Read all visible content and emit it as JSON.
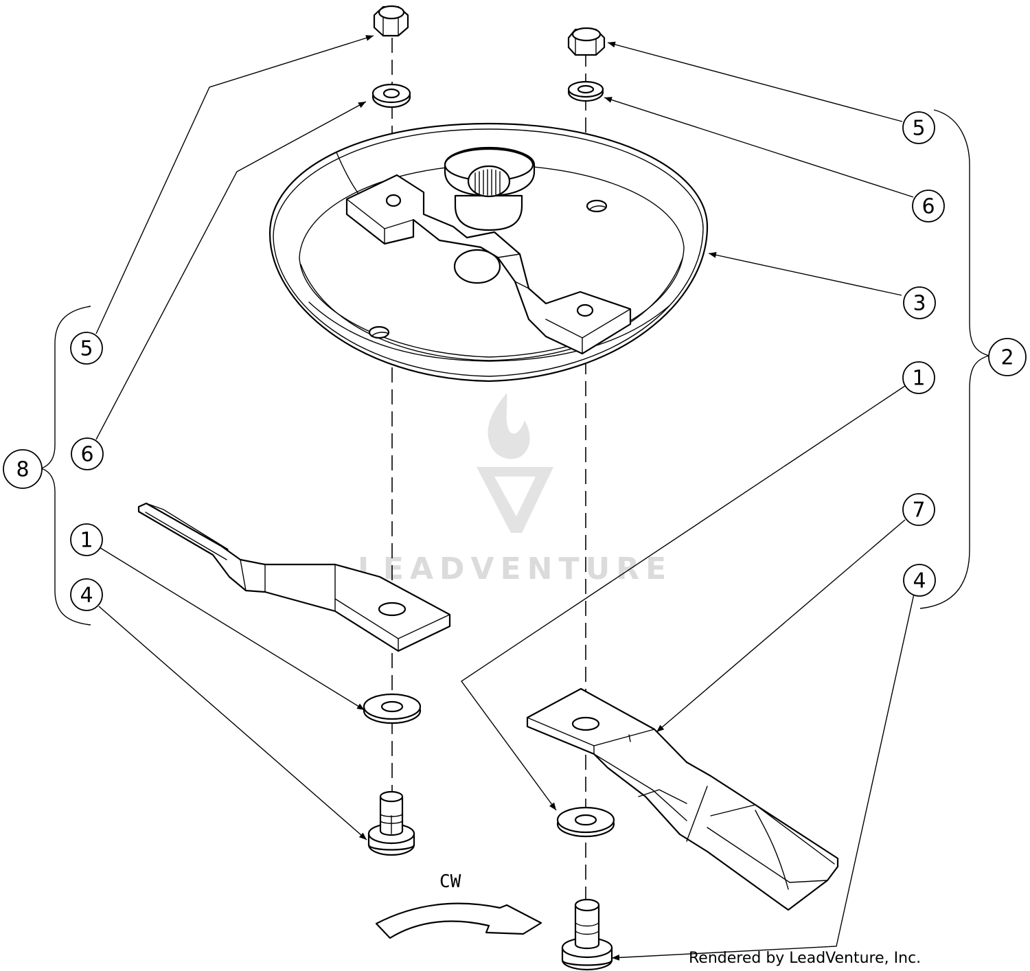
{
  "callouts": [
    {
      "id": "c5-left",
      "label": "5"
    },
    {
      "id": "c6-left",
      "label": "6"
    },
    {
      "id": "c8",
      "label": "8"
    },
    {
      "id": "c1-left",
      "label": "1"
    },
    {
      "id": "c4-left",
      "label": "4"
    },
    {
      "id": "c5-right",
      "label": "5"
    },
    {
      "id": "c6-right",
      "label": "6"
    },
    {
      "id": "c3",
      "label": "3"
    },
    {
      "id": "c2",
      "label": "2"
    },
    {
      "id": "c1-right",
      "label": "1"
    },
    {
      "id": "c7",
      "label": "7"
    },
    {
      "id": "c4-right",
      "label": "4"
    }
  ],
  "rotation_label": "CW",
  "footer_credit": "Rendered by LeadVenture, Inc.",
  "watermark": "LEADVENTURE"
}
